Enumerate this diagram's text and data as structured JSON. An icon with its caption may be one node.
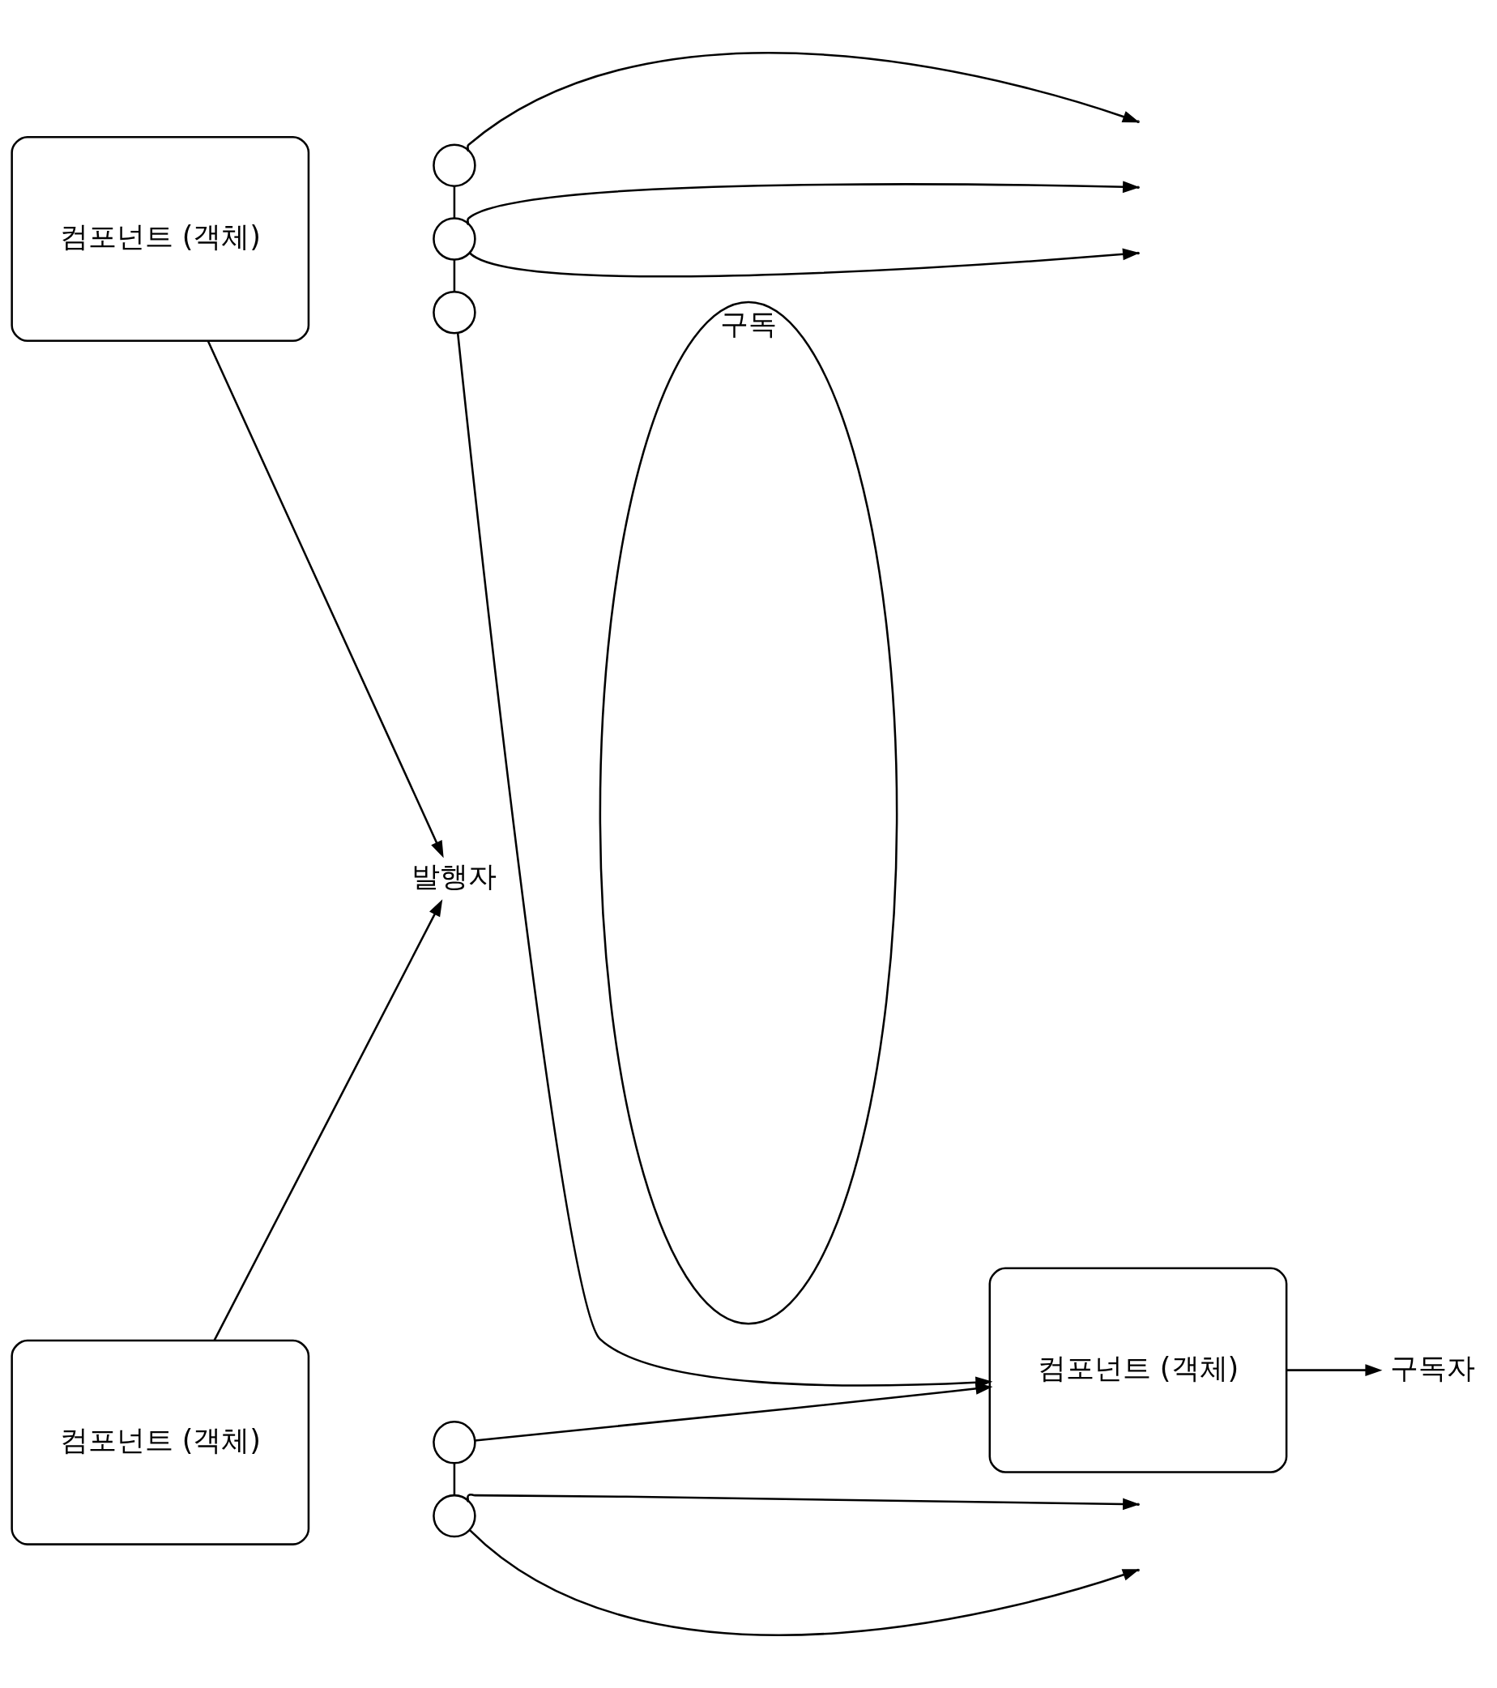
{
  "diagram": {
    "nodes": [
      {
        "text": [
          "구독"
        ]
      },
      {
        "text": [
          "컴포넌트 (객체)"
        ]
      },
      {
        "text": [],
        "shape": "circle"
      },
      {
        "text": [],
        "shape": "circle"
      },
      {
        "text": [],
        "shape": "circle"
      },
      {
        "text": [
          "발행자"
        ]
      },
      {
        "text": [
          "컴포넌트 (객체)"
        ]
      },
      {
        "text": [],
        "shape": "circle"
      },
      {
        "text": [],
        "shape": "circle"
      },
      {
        "text": [
          "컴포넌트 (객체)"
        ]
      },
      {
        "text": [
          "구독자"
        ]
      }
    ],
    "edges": [
      {
        "from": 2,
        "to": null,
        "arrow": "to"
      },
      {
        "from": 3,
        "to": null,
        "arrow": "to"
      },
      {
        "from": 3,
        "to": null,
        "arrow": "to"
      },
      {
        "from": 4,
        "to": 9,
        "arrow": "to"
      },
      {
        "from": 2,
        "to": 3,
        "arrow": "none"
      },
      {
        "from": 3,
        "to": 4,
        "arrow": "none"
      },
      {
        "from": 1,
        "to": 5,
        "arrow": "to"
      },
      {
        "from": 6,
        "to": 5,
        "arrow": "to"
      },
      {
        "from": 7,
        "to": 9,
        "arrow": "to"
      },
      {
        "from": 7,
        "to": 8,
        "arrow": "none"
      },
      {
        "from": 8,
        "to": null,
        "arrow": "to"
      },
      {
        "from": 8,
        "to": null,
        "arrow": "to"
      },
      {
        "from": 9,
        "to": 10,
        "arrow": "to"
      }
    ]
  }
}
